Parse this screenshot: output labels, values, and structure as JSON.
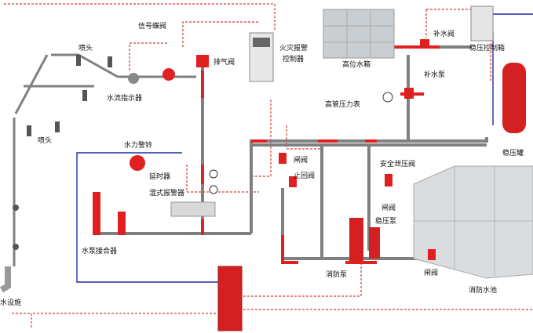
{
  "labels": {
    "sprinkler_top": "喷头",
    "sprinkler_bottom": "喷头",
    "signal_valve": "信号蝶阀",
    "water_flow_indicator": "水流指示器",
    "exhaust_valve": "排气阀",
    "fire_alarm_controller_line1": "火灾报警",
    "fire_alarm_controller_line2": "控制器",
    "high_tank": "高位水箱",
    "high_pipe_pressure_gauge": "高管压力表",
    "make_up_valve": "补水阀",
    "make_up_pump": "补水泵",
    "stabilizing_control_box": "稳压控制箱",
    "stabilizing_tank": "稳压罐",
    "water_alarm_bell": "水力警铃",
    "delay_device": "延时器",
    "wet_alarm_valve": "湿式报警器",
    "gate_valve_top": "闸阀",
    "check_valve": "止回阀",
    "safety_pressure_valve": "安全泄压阀",
    "gate_valve_right": "闸阀",
    "stabilizing_pump": "稳压泵",
    "pump_adapter": "水泵接合器",
    "fire_pump": "消防泵",
    "gate_valve_bottom": "闸阀",
    "fire_pool": "消防水池",
    "drain_facility": "水设施"
  },
  "colors": {
    "pipe": "#7a7a7a",
    "pipe_red": "#e02020",
    "signal_dashed": "#d63a3a",
    "signal_blue": "#1f2ea0",
    "tank": "#c9ced3",
    "equipment_red": "#cf1f1f"
  }
}
